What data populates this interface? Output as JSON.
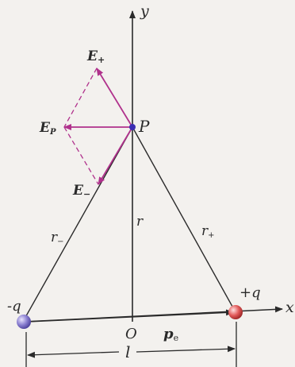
{
  "labels": {
    "y_axis": "y",
    "x_axis": "x",
    "point_p": "P",
    "origin": "O",
    "e_plus": "E",
    "e_plus_sub": "+",
    "e_p": "E",
    "e_p_sub": "P",
    "e_minus": "E",
    "e_minus_sub": "−",
    "r_minus": "r",
    "r_minus_sub": "−",
    "r_mid": "r",
    "r_plus": "r",
    "r_plus_sub": "+",
    "charge_neg": "-q",
    "charge_pos": "+q",
    "dipole_moment": "p",
    "dipole_sub": "e",
    "length": "l"
  },
  "colors": {
    "background": "#f3f1ee",
    "line": "#2a2a2a",
    "field": "#b0318c",
    "point_p": "#3b2db3",
    "charge_neg": "#8a7fd0",
    "charge_pos": "#e25a5a"
  }
}
